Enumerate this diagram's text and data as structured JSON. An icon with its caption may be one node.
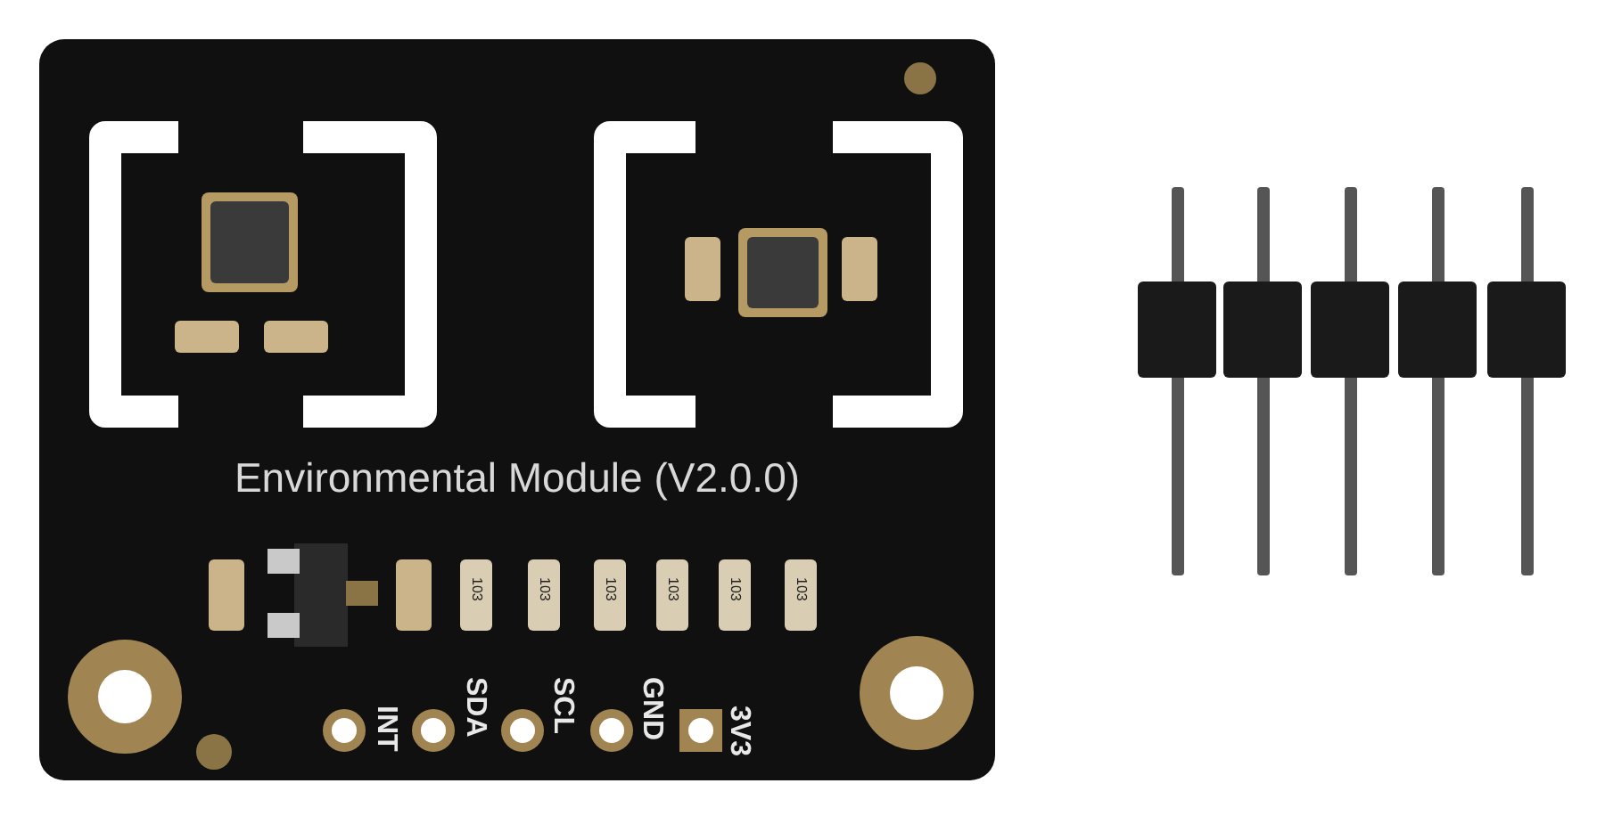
{
  "diagram": {
    "labels": [
      "Environmental Module (V2.0.0)",
      "INT",
      "SDA",
      "SCL",
      "GND",
      "3V3",
      "103",
      "103",
      "103",
      "103",
      "103",
      "103"
    ]
  }
}
